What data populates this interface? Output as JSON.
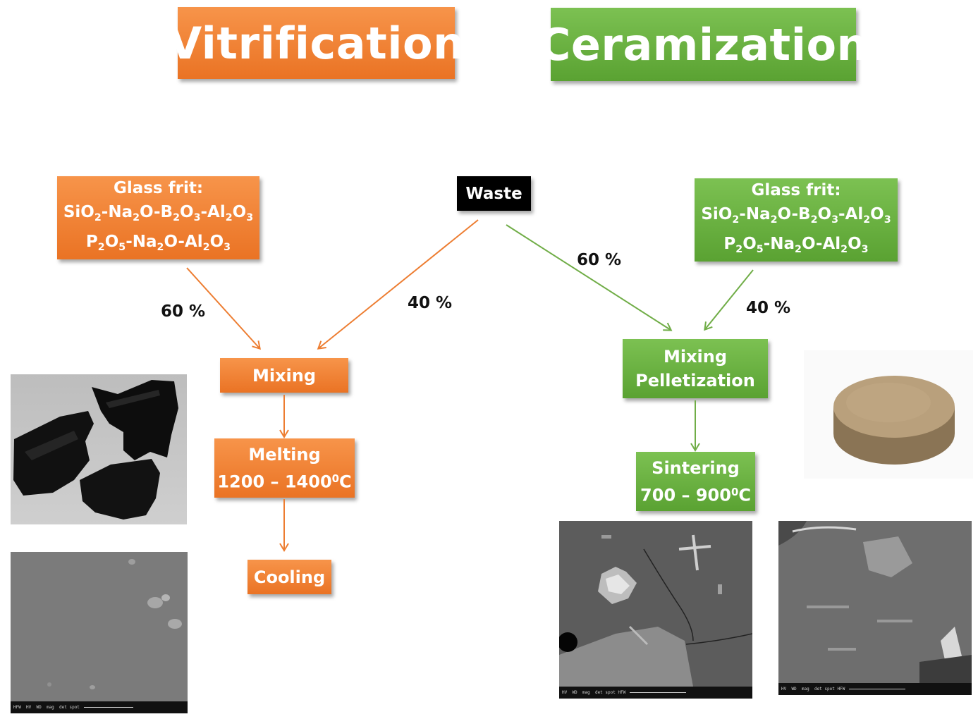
{
  "titles": {
    "vitrification": "Vitrification",
    "ceramization": "Ceramization"
  },
  "waste": "Waste",
  "left": {
    "frit": {
      "label": "Glass frit:",
      "formula1": [
        "SiO",
        "2",
        "-Na",
        "2",
        "O-B",
        "2",
        "O",
        "3",
        "-Al",
        "2",
        "O",
        "3"
      ],
      "formula2": [
        "P",
        "2",
        "O",
        "5",
        "-Na",
        "2",
        "O-Al",
        "2",
        "O",
        "3"
      ]
    },
    "pct_frit": "60 %",
    "pct_waste": "40 %",
    "mixing": "Mixing",
    "melting": {
      "label": "Melting",
      "temp_a": "1200 – 1400",
      "temp_sup": "0",
      "temp_b": "C"
    },
    "cooling": "Cooling"
  },
  "right": {
    "frit": {
      "label": "Glass frit:",
      "formula1": [
        "SiO",
        "2",
        "-Na",
        "2",
        "O-B",
        "2",
        "O",
        "3",
        "-Al",
        "2",
        "O",
        "3"
      ],
      "formula2": [
        "P",
        "2",
        "O",
        "5",
        "-Na",
        "2",
        "O-Al",
        "2",
        "O",
        "3"
      ]
    },
    "pct_waste": "60 %",
    "pct_frit": "40 %",
    "mixing": {
      "line1": "Mixing",
      "line2": "Pelletization"
    },
    "sintering": {
      "label": "Sintering",
      "temp_a": "700 – 900",
      "temp_sup": "0",
      "temp_b": "C"
    }
  },
  "colors": {
    "orange": "#ed7d31",
    "green": "#70ad47"
  }
}
